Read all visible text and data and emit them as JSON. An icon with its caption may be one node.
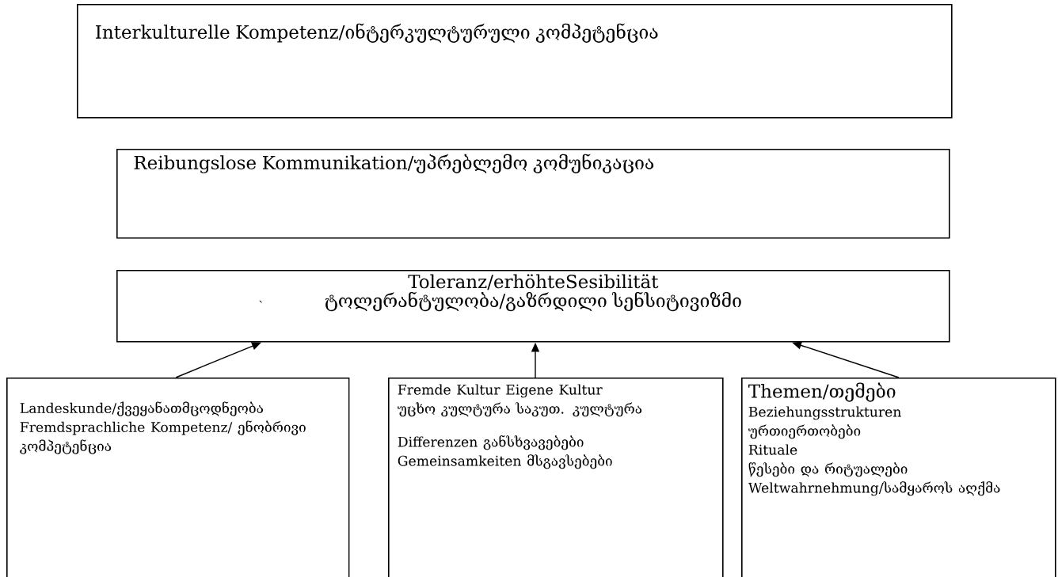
{
  "diagram": {
    "nodes": [
      {
        "text": [
          "Interkulturelle Kompetenz/ინტერკულტურული კომპეტენცია"
        ]
      },
      {
        "text": [
          "Reibungslose Kommunikation/უპრებლემო კომუნიკაცია"
        ]
      },
      {
        "text": [
          "Toleranz/erhöhteSesibilität",
          "ტოლერანტულობა/გაზრდილი სენსიტივიზმი"
        ]
      },
      {
        "text": [
          "Landeskunde/ქვეყანათმცოდნეობა",
          "Fremdsprachliche Kompetenz/ ენობრივი კომპეტენცია"
        ]
      },
      {
        "text": [
          "Fremde Kultur  Eigene Kultur",
          "უცხო კულტურა საკუთ. კულტურა",
          "Differenzen განსხვავებები",
          "Gemeinsamkeiten მსგავსებები"
        ]
      },
      {
        "text": [
          "Themen/თემები",
          "Beziehungsstrukturen",
          "ურთიერთობები",
          "Rituale",
          "წესები და რიტუალები",
          "Weltwahrnehmung/სამყაროს აღქმა"
        ]
      }
    ],
    "edges": [
      {
        "from": 3,
        "to": 2,
        "arrow": "to"
      },
      {
        "from": 4,
        "to": 2,
        "arrow": "to"
      },
      {
        "from": 5,
        "to": 2,
        "arrow": "to"
      }
    ],
    "labels": [
      "`"
    ]
  }
}
